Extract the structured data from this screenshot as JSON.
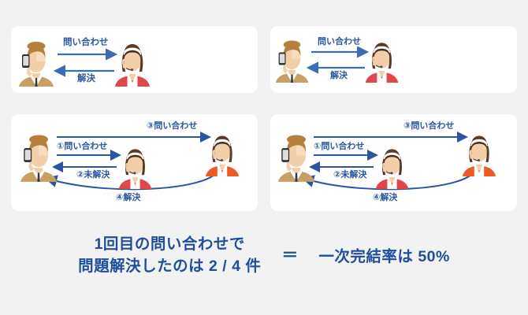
{
  "page": {
    "background_color": "#f2f2f2",
    "panel_color": "#ffffff",
    "accent_blue": "#2a56a0",
    "arrow_blue": "#3c6cb4",
    "text_blue": "#1f4e9c",
    "suit_tan": "#c9a063",
    "jacket_red": "#e0474c",
    "jacket_orange": "#ee5a24"
  },
  "panels": [
    {
      "id": "panel-top-left",
      "name": "first-contact-resolved-case-1",
      "actors": [
        {
          "role": "customer",
          "icon": "businessman-with-phone-icon"
        },
        {
          "role": "operator",
          "icon": "female-operator-red-icon"
        }
      ],
      "flows": [
        {
          "label": "問い合わせ",
          "direction": "right",
          "name": "flow-inquiry"
        },
        {
          "label": "解決",
          "direction": "left",
          "name": "flow-resolved"
        }
      ]
    },
    {
      "id": "panel-top-right",
      "name": "first-contact-resolved-case-2",
      "actors": [
        {
          "role": "customer",
          "icon": "businessman-with-phone-icon"
        },
        {
          "role": "operator",
          "icon": "female-operator-red-icon"
        }
      ],
      "flows": [
        {
          "label": "問い合わせ",
          "direction": "right",
          "name": "flow-inquiry"
        },
        {
          "label": "解決",
          "direction": "left",
          "name": "flow-resolved"
        }
      ]
    },
    {
      "id": "panel-bottom-left",
      "name": "escalated-case-1",
      "actors": [
        {
          "role": "customer",
          "icon": "businessman-with-phone-icon"
        },
        {
          "role": "operator-tier1",
          "icon": "female-operator-red-icon"
        },
        {
          "role": "operator-tier2",
          "icon": "female-operator-orange-icon"
        }
      ],
      "flows": [
        {
          "label": "①問い合わせ",
          "direction": "right",
          "name": "flow-step-1-inquiry"
        },
        {
          "label": "②未解決",
          "direction": "left",
          "name": "flow-step-2-unresolved"
        },
        {
          "label": "③問い合わせ",
          "direction": "right",
          "name": "flow-step-3-escalate"
        },
        {
          "label": "④解決",
          "direction": "left",
          "name": "flow-step-4-resolved"
        }
      ]
    },
    {
      "id": "panel-bottom-right",
      "name": "escalated-case-2",
      "actors": [
        {
          "role": "customer",
          "icon": "businessman-with-phone-icon"
        },
        {
          "role": "operator-tier1",
          "icon": "female-operator-red-icon"
        },
        {
          "role": "operator-tier2",
          "icon": "female-operator-orange-icon"
        }
      ],
      "flows": [
        {
          "label": "①問い合わせ",
          "direction": "right",
          "name": "flow-step-1-inquiry"
        },
        {
          "label": "②未解決",
          "direction": "left",
          "name": "flow-step-2-unresolved"
        },
        {
          "label": "③問い合わせ",
          "direction": "right",
          "name": "flow-step-3-escalate"
        },
        {
          "label": "④解決",
          "direction": "left",
          "name": "flow-step-4-resolved"
        }
      ]
    }
  ],
  "summary": {
    "left_line1": "1回目の問い合わせで",
    "left_line2": "問題解決したのは 2 / 4 件",
    "equals": "＝",
    "right": "一次完結率は 50%"
  }
}
